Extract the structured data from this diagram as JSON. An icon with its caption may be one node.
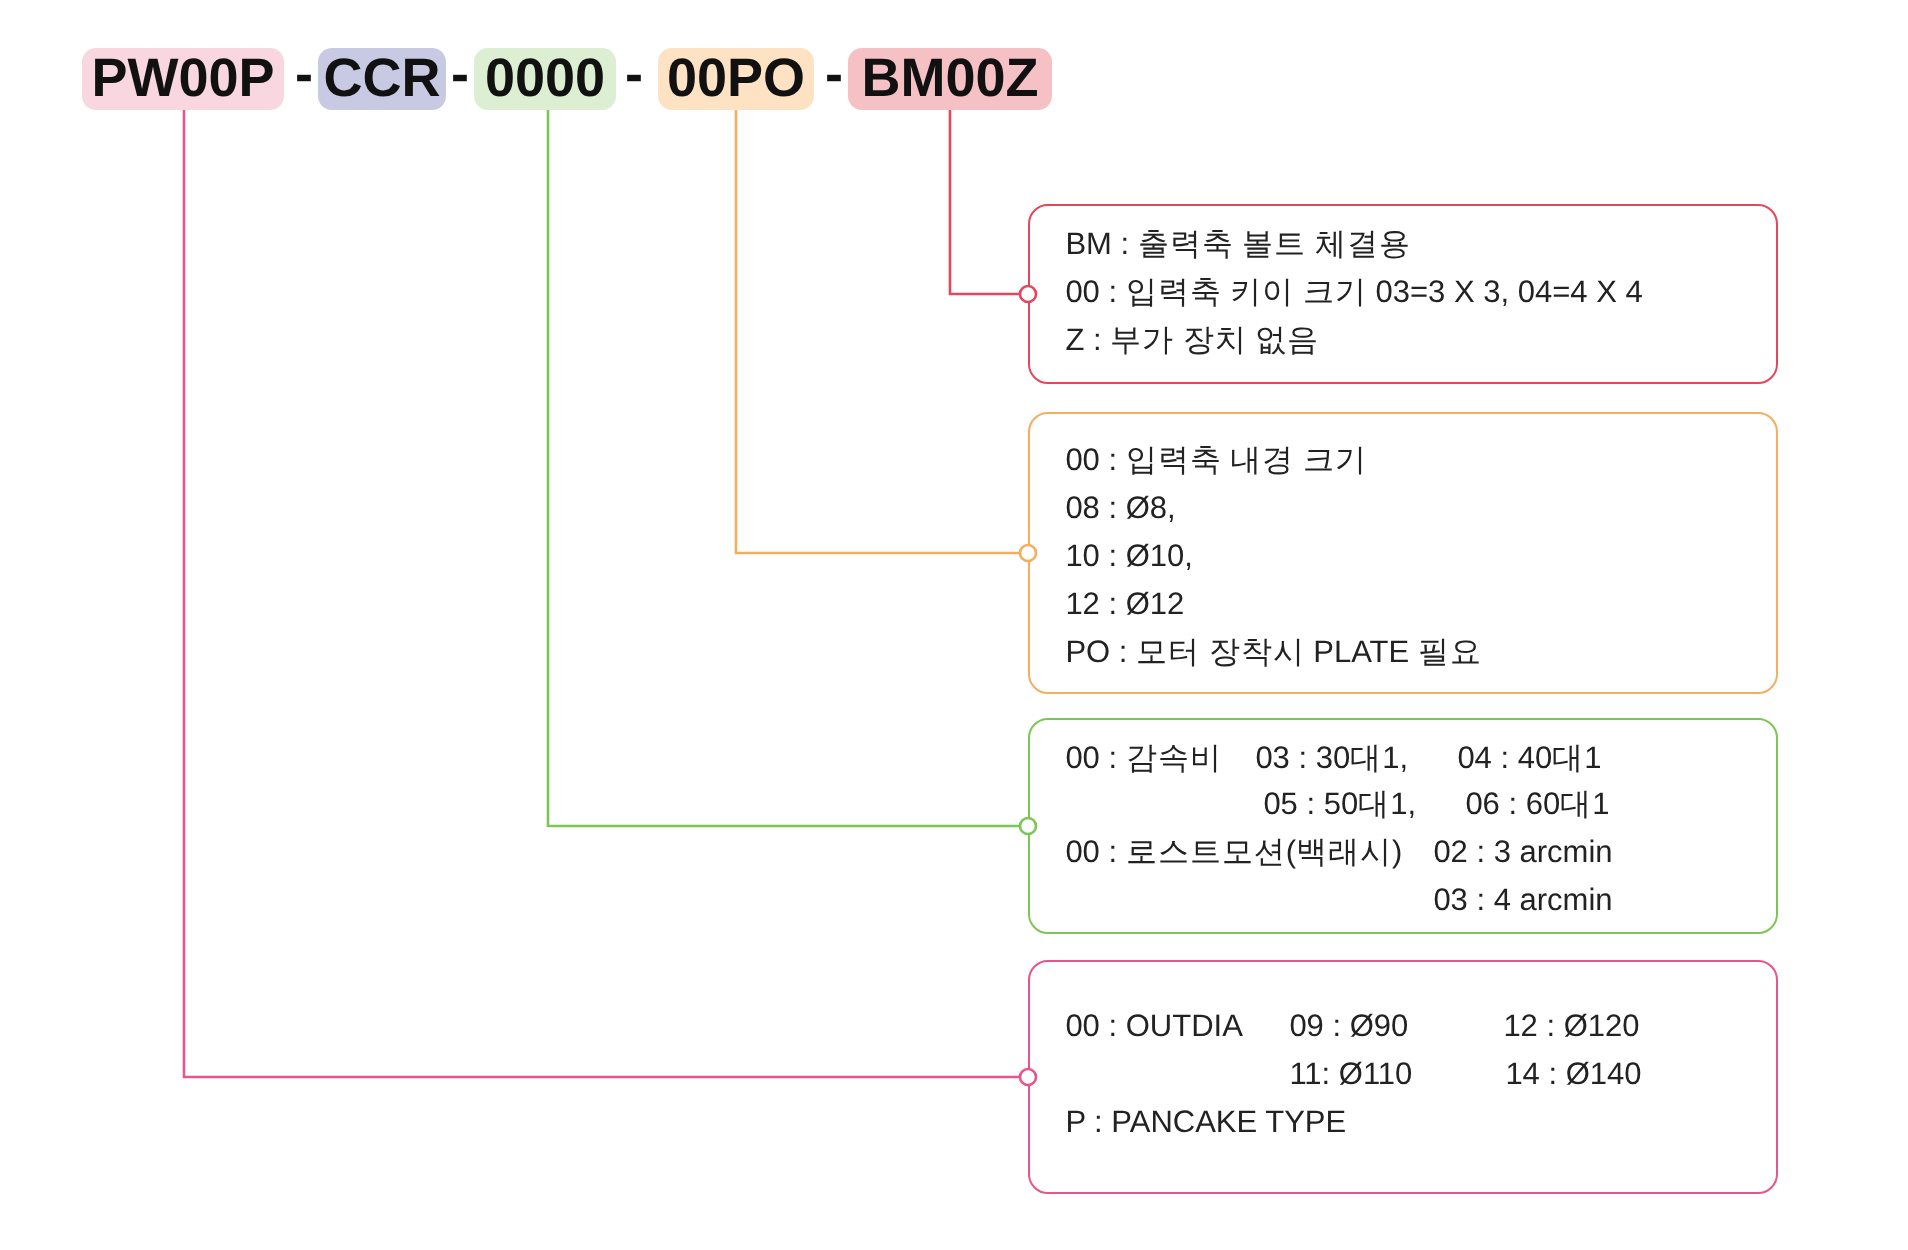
{
  "diagram": {
    "nodes": [
      {
        "text": [
          "PW00P"
        ]
      },
      {
        "text": [
          "CCR"
        ]
      },
      {
        "text": [
          "0000"
        ]
      },
      {
        "text": [
          "00PO"
        ]
      },
      {
        "text": [
          "BM00Z"
        ]
      },
      {
        "text": [
          "BM : 출력축 볼트 체결용",
          "00 : 입력축 키이 크기 03=3 X 3, 04=4 X 4",
          "Z : 부가 장치 없음"
        ]
      },
      {
        "text": [
          "00 : 입력축 내경 크기",
          "08 : Ø8,",
          "10 : Ø10,",
          "12 : Ø12",
          "PO : 모터 장착시 PLATE 필요"
        ]
      },
      {
        "text": [
          "00 : 감속비",
          "03 : 30대1,",
          "04 : 40대1",
          "05 : 50대1,",
          "06 : 60대1",
          "00 : 로스트모션(백래시)",
          "02 : 3 arcmin",
          "03 : 4 arcmin"
        ]
      },
      {
        "text": [
          "00 : OUTDIA",
          "09 : Ø90",
          "12 : Ø120",
          "11: Ø110",
          "14 : Ø140",
          "P : PANCAKE TYPE"
        ]
      }
    ],
    "edges": [
      {
        "from": 4,
        "to": 5,
        "arrow": "other",
        "color": "#e4475c"
      },
      {
        "from": 3,
        "to": 6,
        "arrow": "other",
        "color": "#f5ad5f"
      },
      {
        "from": 2,
        "to": 7,
        "arrow": "other",
        "color": "#7cc657"
      },
      {
        "from": 0,
        "to": 8,
        "arrow": "other",
        "color": "#e8548b"
      }
    ],
    "labels": [
      "-",
      "-",
      "-",
      "-"
    ]
  }
}
